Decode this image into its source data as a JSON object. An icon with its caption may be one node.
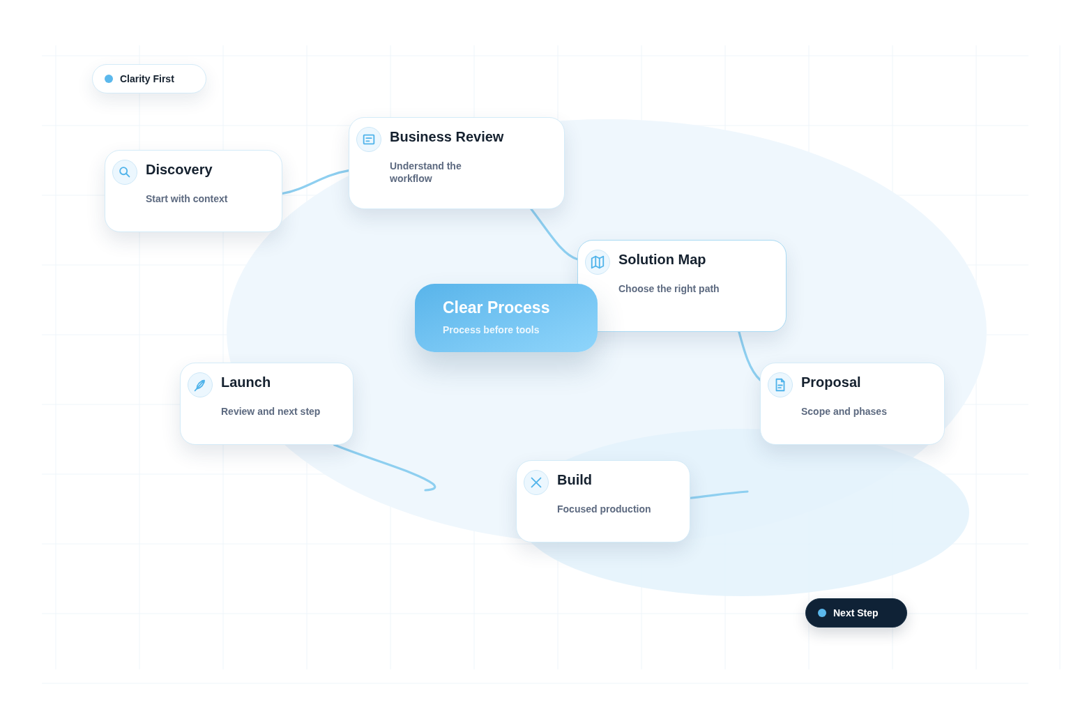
{
  "diagram": {
    "nodes": [
      {
        "text": [
          "Clarity First"
        ]
      },
      {
        "text": [
          "Discovery",
          "Start with context"
        ]
      },
      {
        "text": [
          "Business Review",
          "Understand the workflow"
        ]
      },
      {
        "text": [
          "Solution Map",
          "Choose the right path"
        ]
      },
      {
        "text": [
          "Clear Process",
          "Process before tools"
        ]
      },
      {
        "text": [
          "Launch",
          "Review and next step"
        ]
      },
      {
        "text": [
          "Proposal",
          "Scope and phases"
        ]
      },
      {
        "text": [
          "Build",
          "Focused production"
        ]
      },
      {
        "text": [
          "Next Step"
        ]
      }
    ],
    "edges": [
      {
        "from": 1,
        "to": 2,
        "arrow": "none"
      },
      {
        "from": 2,
        "to": 3,
        "arrow": "none"
      },
      {
        "from": 3,
        "to": 6,
        "arrow": "none"
      },
      {
        "from": 5,
        "to": null,
        "arrow": "none"
      },
      {
        "from": 7,
        "to": null,
        "arrow": "none"
      }
    ]
  }
}
